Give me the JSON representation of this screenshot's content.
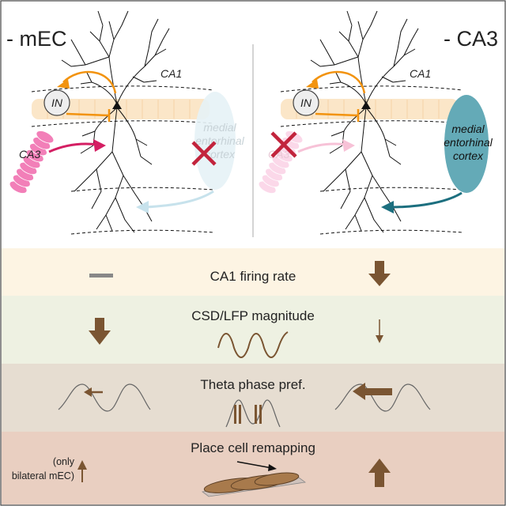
{
  "panels": {
    "left": {
      "title": "- mEC",
      "ca1_label": "CA1",
      "in_label": "IN",
      "ca3_label": "CA3",
      "mec_label": [
        "medial",
        "entorhinal",
        "cortex"
      ]
    },
    "right": {
      "title": "- CA3",
      "ca1_label": "CA1",
      "in_label": "IN",
      "ca3_label": "CA3",
      "mec_label": [
        "medial",
        "entorhinal",
        "cortex"
      ]
    }
  },
  "rows": [
    {
      "label": "CA1 firing rate",
      "left": "no change",
      "right": "decrease"
    },
    {
      "label": "CSD/LFP magnitude",
      "left": "decrease",
      "right": "slight decrease"
    },
    {
      "label": "Theta phase pref.",
      "left": "small shift earlier",
      "right": "large shift earlier"
    },
    {
      "label": "Place cell remapping",
      "left": "increase",
      "left_note": [
        "(only",
        "bilateral mEC)"
      ],
      "right": "increase"
    }
  ],
  "colors": {
    "row1": "#fdf4e3",
    "row2": "#eef1e2",
    "row3": "#e6ddd1",
    "row4": "#e9cfc1",
    "arrow_brown": "#7a5532",
    "orange": "#f2930f",
    "ca3_pink": "#f27fb8",
    "ca3_arrow": "#d41f63",
    "mec_teal": "#64aab7",
    "mec_arrow": "#1c6f7f",
    "cross_red": "#c2233c"
  }
}
